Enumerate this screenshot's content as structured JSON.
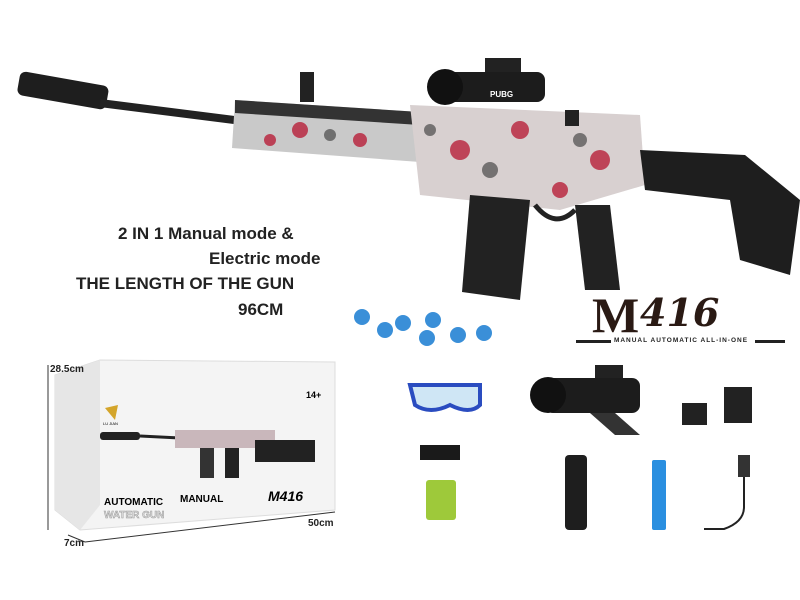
{
  "product": {
    "features_line1": "2 IN 1 Manual mode &",
    "features_line2": "Electric mode",
    "length_label": "THE LENGTH OF THE GUN",
    "length_value": "96CM"
  },
  "logo": {
    "model_letter": "M",
    "model_number": "416",
    "tagline": "MANUAL AUTOMATIC ALL-IN-ONE"
  },
  "scope_label": "PUBG",
  "box": {
    "height": "28.5cm",
    "width": "50cm",
    "depth": "7cm",
    "title": "AUTOMATIC",
    "title2": "MANUAL",
    "subtitle": "WATER GUN",
    "model": "M416",
    "age": "14+",
    "brand": "LU JIAN"
  },
  "colors": {
    "camo_red": "#b8203a",
    "bead_blue": "#3a8fd8",
    "battery_blue": "#2a8fe0"
  }
}
